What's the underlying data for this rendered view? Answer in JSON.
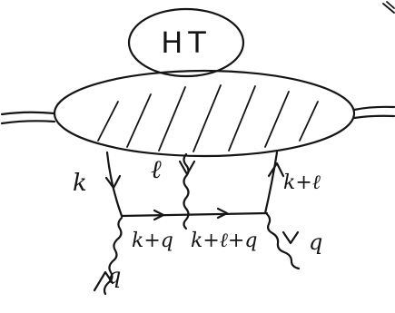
{
  "blob_label": "HT",
  "momenta": {
    "k": "k",
    "l": "ℓ",
    "k_plus_l": "k+ℓ",
    "k_plus_q": "k+q",
    "k_plus_l_plus_q": "k+ℓ+q",
    "q_in": "q",
    "q_out": "q"
  }
}
